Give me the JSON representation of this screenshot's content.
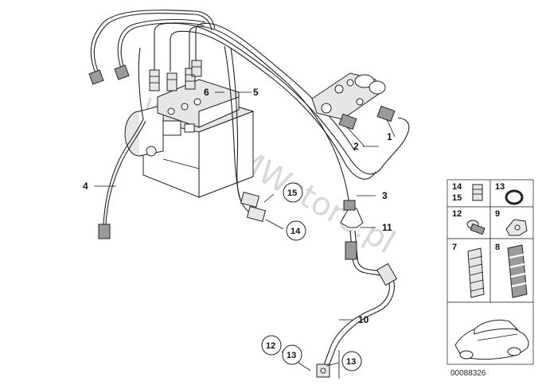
{
  "diagram": {
    "labels": {
      "l1": "1",
      "l2": "2",
      "l3": "3",
      "l4": "4",
      "l5": "5",
      "l6": "6",
      "l10": "10",
      "l11": "11",
      "c15": "15",
      "c14": "14",
      "c12": "12",
      "c13a": "13",
      "c13b": "13"
    },
    "watermark": "www.BMWstore.pl",
    "reference_number": "00088326"
  },
  "legend": {
    "cells": {
      "c14_15_top": "14",
      "c14_15_bottom": "15",
      "c13": "13",
      "c12": "12",
      "c9": "9",
      "c7": "7",
      "c8": "8"
    }
  }
}
